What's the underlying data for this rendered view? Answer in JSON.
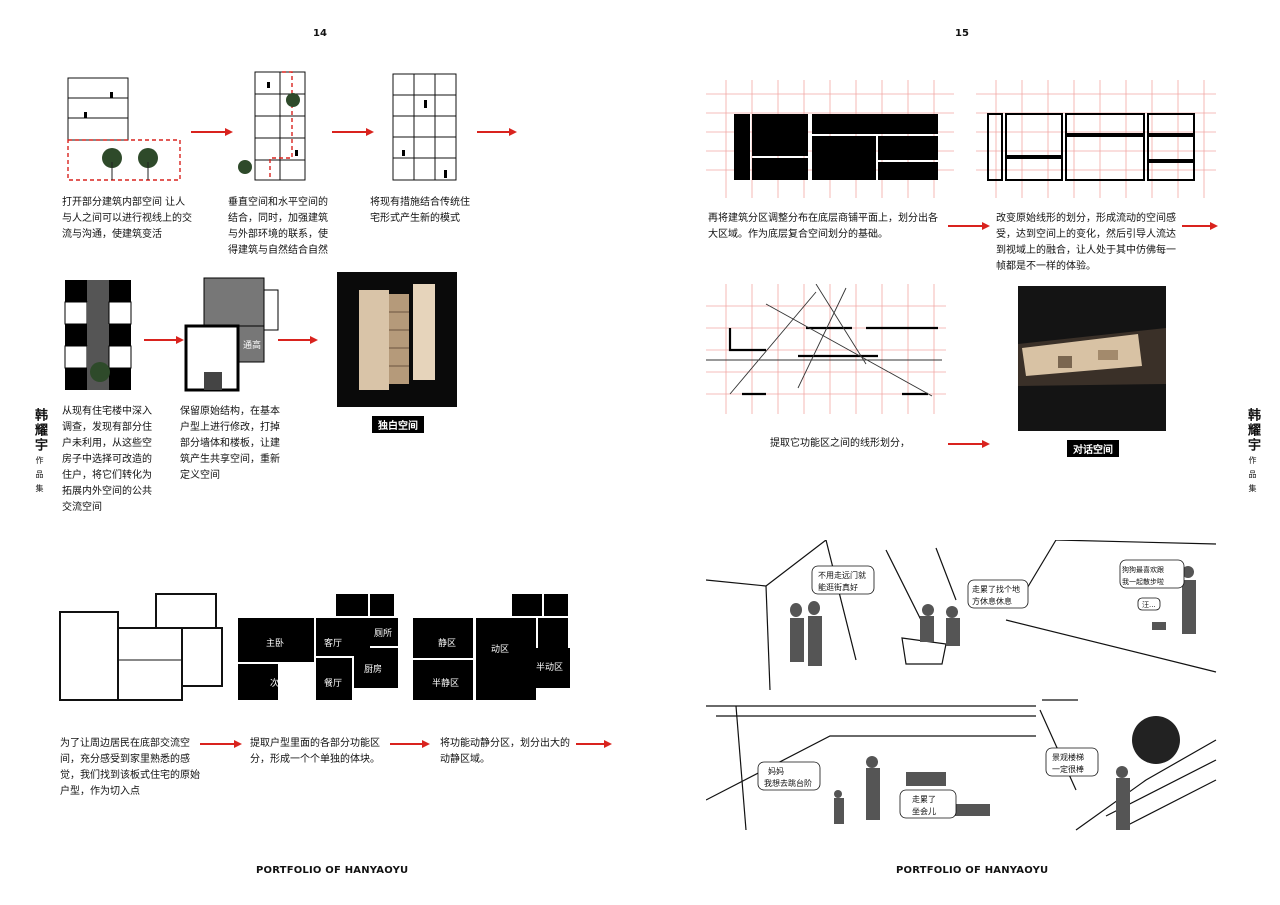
{
  "page_numbers": {
    "left": "14",
    "right": "15"
  },
  "footer": {
    "left": "PORTFOLIO OF HANYAOYU",
    "right": "PORTFOLIO OF HANYAOYU"
  },
  "side_title": {
    "name": "韩耀宇",
    "sub": "作品集"
  },
  "left": {
    "row1": [
      "打开部分建筑内部空间 让人与人之间可以进行视线上的交流与沟通，使建筑变活",
      "垂直空间和水平空间的结合，同时，加强建筑与外部环境的联系，使得建筑与自然结合自然",
      "将现有措施结合传统住宅形式产生新的模式"
    ],
    "row2": [
      "从现有住宅楼中深入调查，发现有部分住户未利用，从这些空房子中选择可改造的住户，将它们转化为拓展内外空间的公共交流空间",
      "保留原始结构，在基本户型上进行修改，打掉部分墙体和楼板，让建筑产生共享空间，重新定义空间"
    ],
    "plan_label": "通高",
    "caption": "独白空间",
    "row3": [
      "为了让周边居民在底部交流空间，充分感受到家里熟悉的感觉，我们找到该板式住宅的原始户型，作为切入点",
      "提取户型里面的各部分功能区分，形成一个个单独的体块。",
      "将功能动静分区，划分出大的动静区域。"
    ],
    "rooms": [
      "主卧",
      "客厅",
      "厕所",
      "厨房",
      "次卧",
      "餐厅"
    ],
    "zones": [
      "静区",
      "动区",
      "半动区",
      "半静区"
    ]
  },
  "right": {
    "row1": [
      "再将建筑分区调整分布在底层商铺平面上，划分出各大区域。作为底层复合空间划分的基础。",
      "改变原始线形的划分，形成流动的空间感受，达到空间上的变化，然后引导人流达到视域上的融合，让人处于其中仿佛每一帧都是不一样的体验。"
    ],
    "row2": [
      "提取它功能区之间的线形划分，"
    ],
    "caption": "对话空间",
    "bubbles": [
      "不用走远门就",
      "能逛街真好",
      "走累了找个地",
      "方休息休息",
      "狗狗最喜欢跟",
      "我一起散步啦",
      "汪...",
      "妈妈",
      "我想去跳台阶",
      "走累了",
      "坐会儿",
      "景观楼梯",
      "一定很棒"
    ]
  },
  "colors": {
    "accent_red": "#d9231e",
    "black": "#000000",
    "grid_red": "#f2a7a4"
  }
}
